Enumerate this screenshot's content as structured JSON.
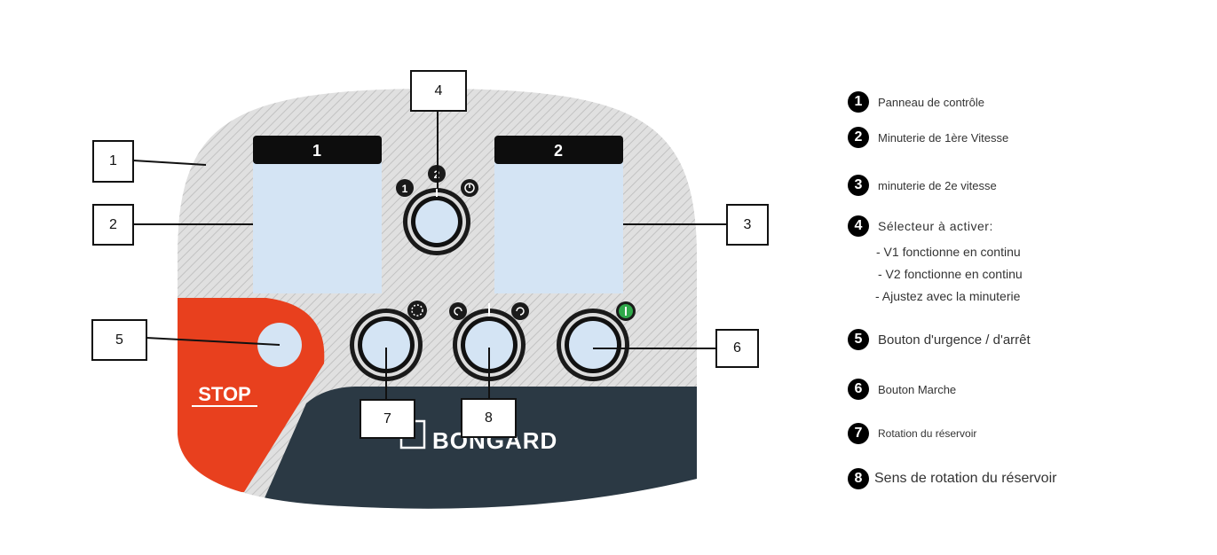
{
  "panel": {
    "display_1_label": "1",
    "display_2_label": "2",
    "stop_label": "STOP",
    "brand": "BONGARD",
    "selector_marks": [
      "1",
      "2"
    ],
    "start_icon": "power-icon",
    "rotation_icon": "rotation-icon",
    "direction_icons": [
      "rotate-left-icon",
      "rotate-right-icon"
    ]
  },
  "callouts": [
    "1",
    "2",
    "3",
    "4",
    "5",
    "6",
    "7",
    "8"
  ],
  "legend": [
    {
      "num": "1",
      "text": "Panneau de contrôle"
    },
    {
      "num": "2",
      "text": "Minuterie de 1ère Vitesse"
    },
    {
      "num": "3",
      "text": "minuterie de 2e vitesse"
    },
    {
      "num": "4",
      "text": "Sélecteur à activer:"
    },
    {
      "num": "5",
      "text": "Bouton d'urgence / d'arrêt"
    },
    {
      "num": "6",
      "text": "Bouton Marche"
    },
    {
      "num": "7",
      "text": "Rotation du réservoir"
    },
    {
      "num": "8",
      "text": "Sens de rotation du réservoir"
    }
  ],
  "legend_sub": [
    "- V1 fonctionne en continu",
    "- V2 fonctionne en continu",
    "- Ajustez avec la minuterie"
  ],
  "colors": {
    "panel_bg": "#dcdcdc",
    "display": "#d4e4f4",
    "stop_red": "#e8401e",
    "dark_band": "#2b3944",
    "start_green": "#2fa84a"
  }
}
